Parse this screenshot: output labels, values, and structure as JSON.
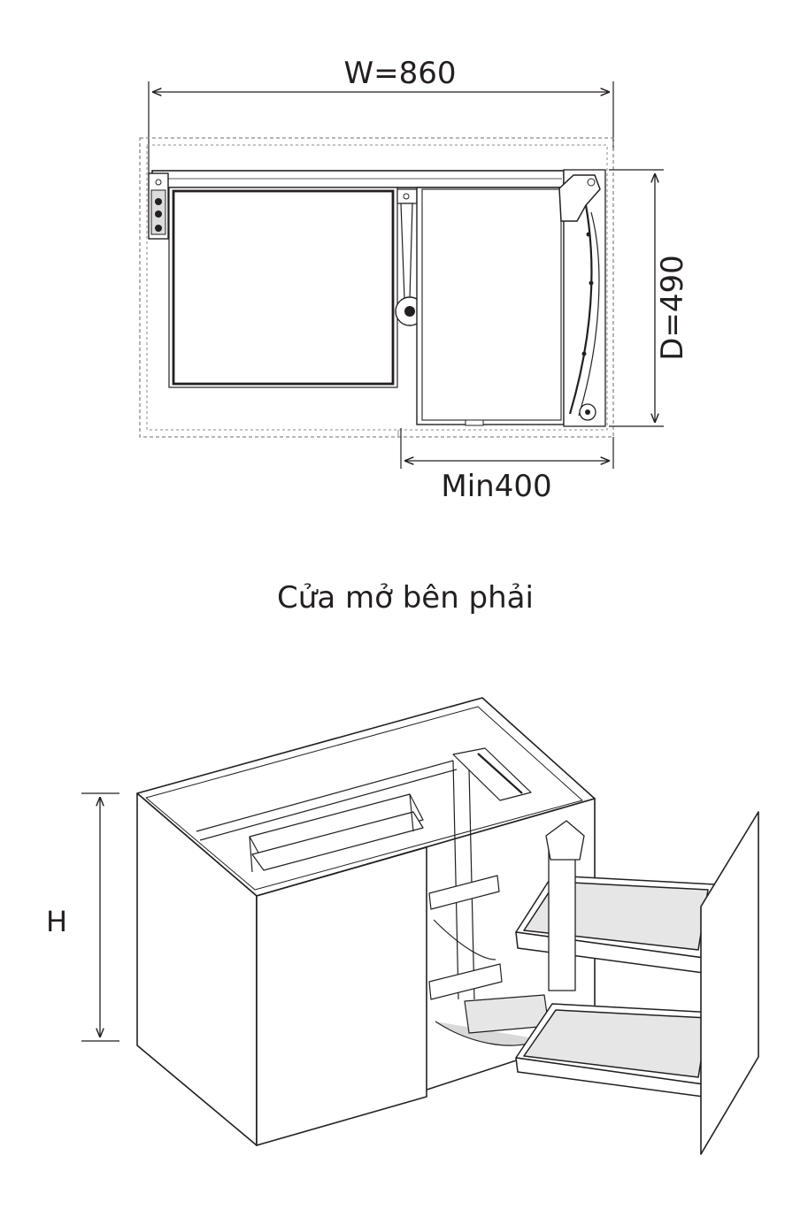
{
  "plan_view": {
    "width_label": "W=860",
    "depth_label": "D=490",
    "min_label": "Min400"
  },
  "caption": "Cửa mở bên phải",
  "iso_view": {
    "height_label": "H"
  },
  "colors": {
    "line": "#231f20",
    "panel": "#ffffff",
    "basket_fill": "#e6e6e6",
    "dashed": "#8a8a8a"
  }
}
